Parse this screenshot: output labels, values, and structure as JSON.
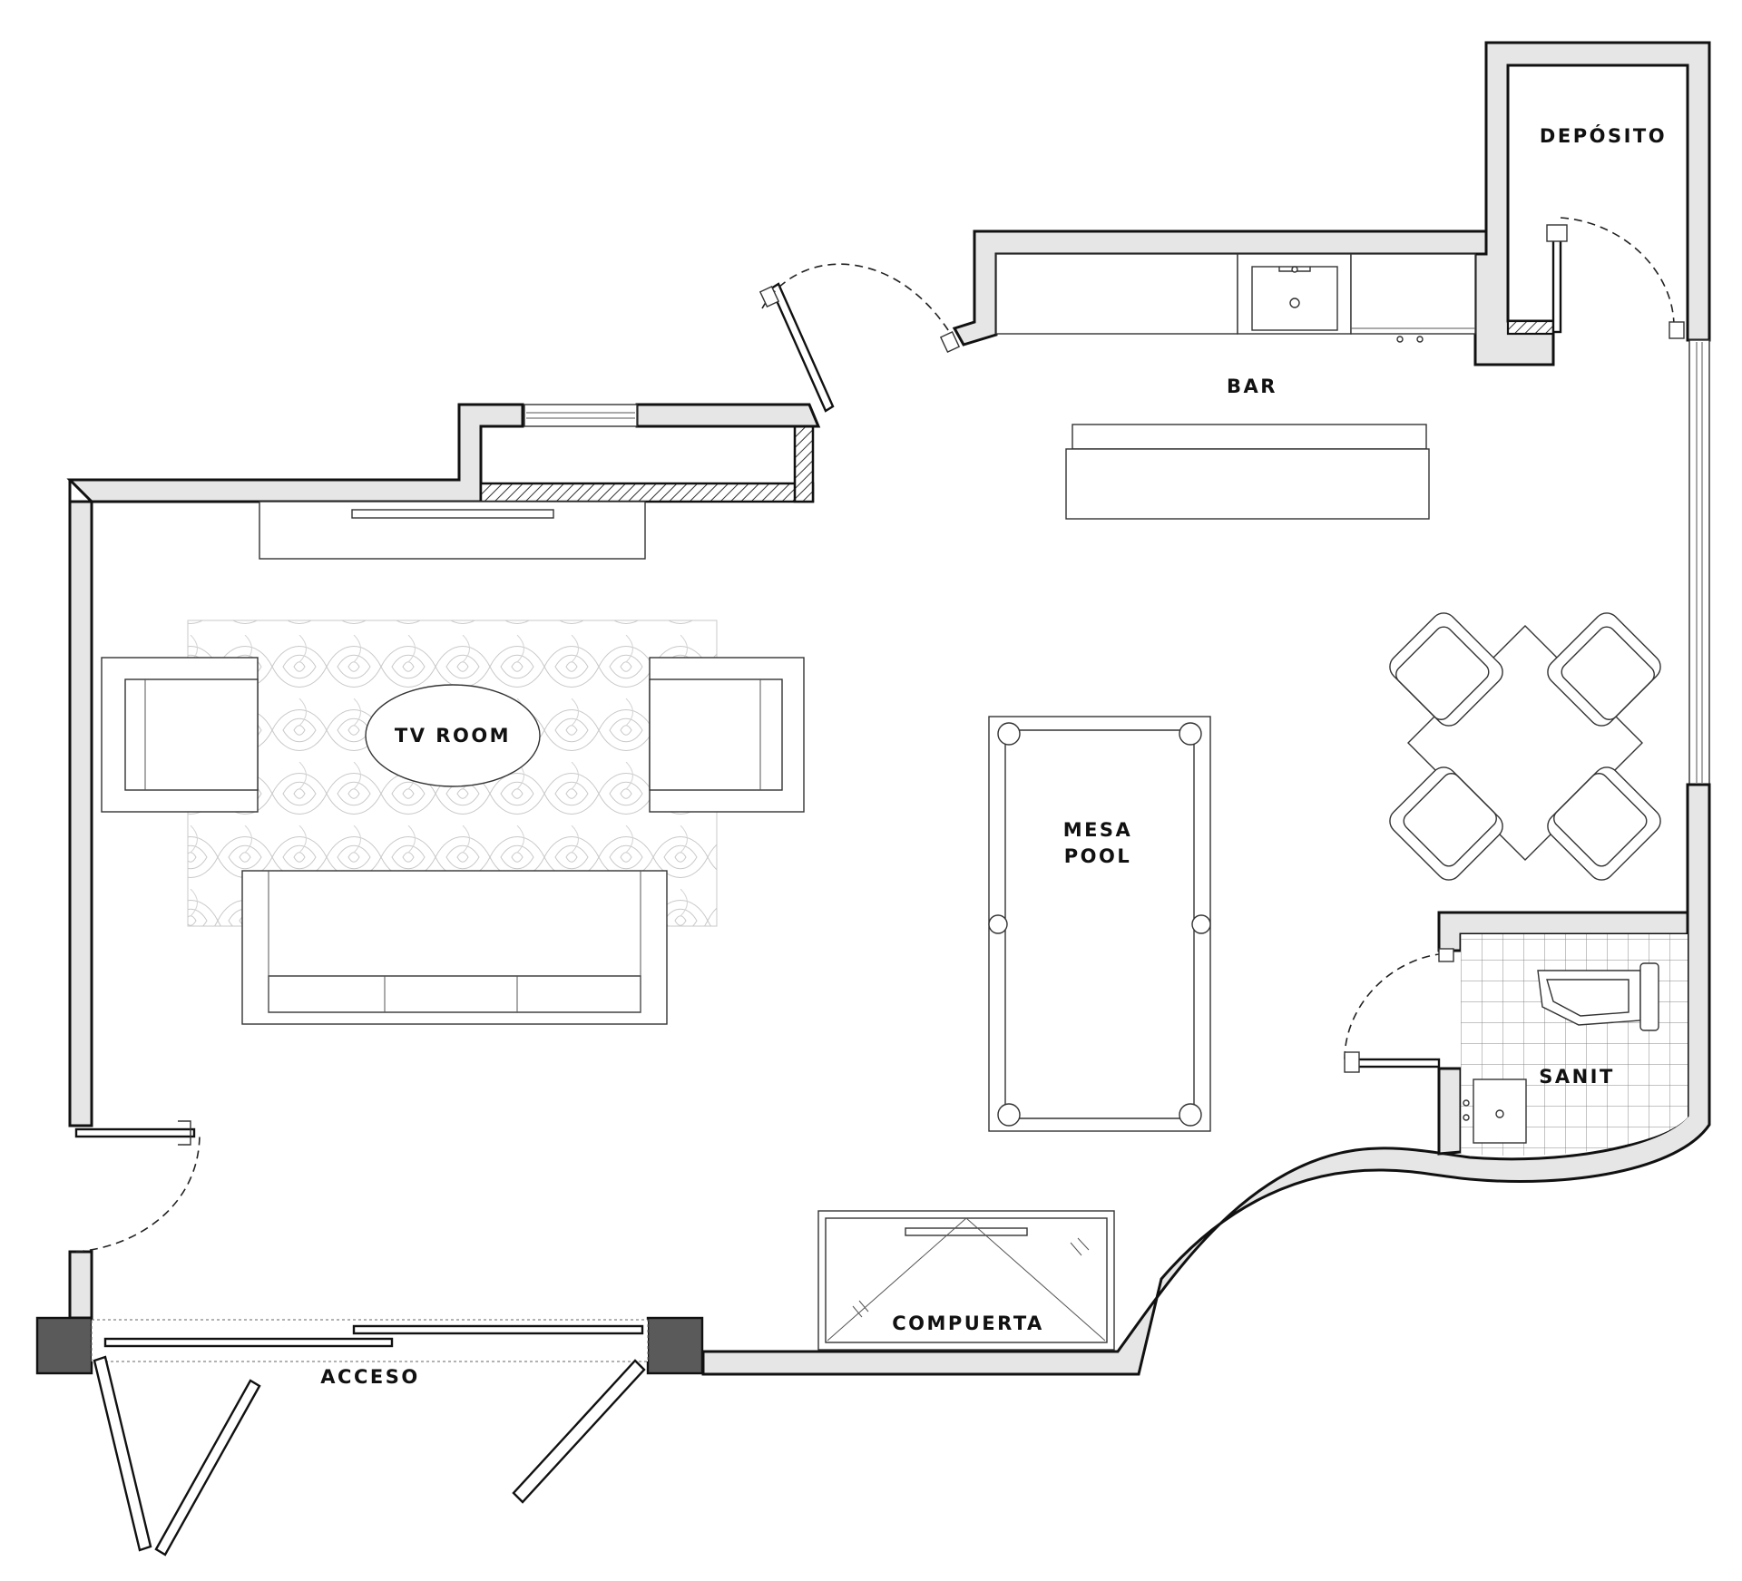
{
  "labels": {
    "deposito": "DEPÓSITO",
    "bar": "BAR",
    "tv_room": "TV ROOM",
    "mesa": "MESA",
    "pool": "POOL",
    "sanit": "SANIT",
    "compuerta": "COMPUERTA",
    "acceso": "ACCESO"
  },
  "colors": {
    "wall_fill": "#e6e6e6",
    "line": "#111111",
    "column_fill": "#5a5a5a",
    "hatch": "#bfbfbf"
  }
}
